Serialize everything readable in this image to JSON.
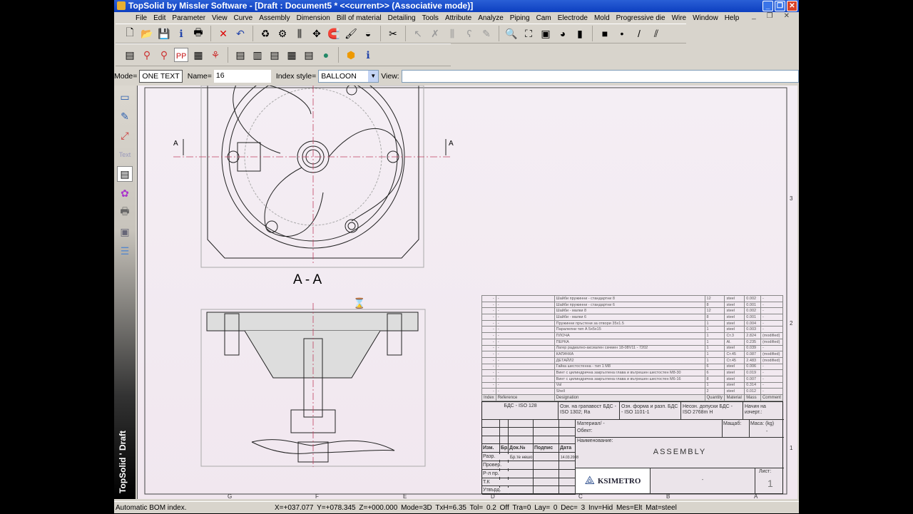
{
  "window": {
    "title": "TopSolid by Missler Software - [Draft : Document5 *  <<current>> (Associative mode)]"
  },
  "menu": [
    "File",
    "Edit",
    "Parameter",
    "View",
    "Curve",
    "Assembly",
    "Dimension",
    "Bill of material",
    "Detailing",
    "Tools",
    "Attribute",
    "Analyze",
    "Piping",
    "Cam",
    "Electrode",
    "Mold",
    "Progressive die",
    "Wire",
    "Window",
    "Help"
  ],
  "modebar": {
    "mode_label": "Mode=",
    "mode_value": "ONE TEXT",
    "name_label": "Name=",
    "name_value": "16",
    "index_label": "Index style=",
    "index_value": "BALLOON",
    "view_label": "View:",
    "view_value": ""
  },
  "sidebar": {
    "brand": "TopSolid ' Draft"
  },
  "drawing": {
    "section_label": "A - A",
    "cut_mark": "A",
    "border_letters": [
      "G",
      "F",
      "E",
      "D",
      "C",
      "B",
      "A"
    ],
    "border_numbers": [
      "3",
      "2",
      "1"
    ],
    "bom": {
      "headers": [
        "Index",
        "Reference",
        "Designation",
        "Quantity",
        "Material",
        "Mass",
        "Comment"
      ],
      "rows": [
        [
          "-",
          "-",
          "Шайби пружинни - стандартни 8",
          "12",
          "steel",
          "0.002",
          "-"
        ],
        [
          "-",
          "-",
          "Шайби пружинни - стандартни 6",
          "8",
          "steel",
          "0.001",
          "-"
        ],
        [
          "-",
          "-",
          "Шайби - малки 8",
          "12",
          "steel",
          "0.002",
          "-"
        ],
        [
          "-",
          "-",
          "Шайби - малки 6",
          "8",
          "steel",
          "0.001",
          "-"
        ],
        [
          "-",
          "-",
          "Пружинни пръстени за отвори 35x1.5",
          "1",
          "steel",
          "0.004",
          "-"
        ],
        [
          "-",
          "-",
          "Паралелни тип А 5x5x15",
          "1",
          "steel",
          "0.003",
          "-"
        ],
        [
          "-",
          "-",
          "ПЛОЧА",
          "1",
          "Ст.3",
          "2.824",
          "(modified)"
        ],
        [
          "-",
          "-",
          "ПЕРКА",
          "1",
          "Al.",
          "0.235",
          "(modified)"
        ],
        [
          "-",
          "-",
          "Лагер радиално-аксиален сачмен 18-08V11 - 7202",
          "1",
          "steel",
          "0.039",
          "-"
        ],
        [
          "-",
          "-",
          "КАПАЧКА",
          "1",
          "Ст.45",
          "0.087",
          "(modified)"
        ],
        [
          "-",
          "-",
          "ДЕТАЙЛ2",
          "1",
          "Ст.45",
          "2.483",
          "(modified)"
        ],
        [
          "-",
          "-",
          "Гайка шестостенна - тип 1 M8",
          "6",
          "steel",
          "0.006",
          "-"
        ],
        [
          "-",
          "-",
          "Винт с цилиндрична закръглена глава и вътрешен шестостен M8-30",
          "6",
          "steel",
          "0.019",
          "-"
        ],
        [
          "-",
          "-",
          "Винт с цилиндрична закръглена глава и вътрешен шестостен M6-16",
          "8",
          "steel",
          "0.007",
          "-"
        ],
        [
          "-",
          "-",
          "Val",
          "1",
          "steel",
          "0.314",
          "-"
        ],
        [
          "-",
          "-",
          "Shell",
          "2",
          "steel",
          "0.012",
          "-"
        ]
      ]
    },
    "title_block": {
      "std1": "БДС - ISO 128",
      "std2": "Озн. на грапавост БДС - ISO 1302; Ra",
      "std3": "Озн. форма и разп. БДС - ISO 1101-1",
      "std4": "Неозн. допуски БДС - ISO 2768m H",
      "std5": "Начин на изчерт.:",
      "material": "Материал/  -",
      "object": "Обект:",
      "scale": "Мащаб:",
      "mass": "Маса: (kg)",
      "mass_value": "-",
      "name_label": "Наименование:",
      "name": "ASSEMBLY",
      "rev_headers": [
        "Изм.",
        "Бр.",
        "Док.№",
        "Подпис",
        "Дата"
      ],
      "roles": [
        "Разр.",
        "Провер.",
        "Р-л пр.",
        "Т.К",
        "Утвърд."
      ],
      "designer": "Бр.те нешо",
      "date": "14.03.2008",
      "logo": "KSIMETRO",
      "sheet_label": "Лист:",
      "sheet": "1",
      "doc_number": "-"
    }
  },
  "status": {
    "message": "Automatic BOM index.",
    "coords": "X=+037.077  Y=+078.345  Z=+000.000  Mode=3D  TxH=6.35   Tol=  0.2   Off  Tra=0   Lay= 0   Dec= 3   Inv=Hid  Mes=Elt  Mat=steel"
  },
  "colors": {
    "titlebar": "#0d3fc0",
    "canvas": "#f4eef4",
    "axis": "#c04060"
  }
}
